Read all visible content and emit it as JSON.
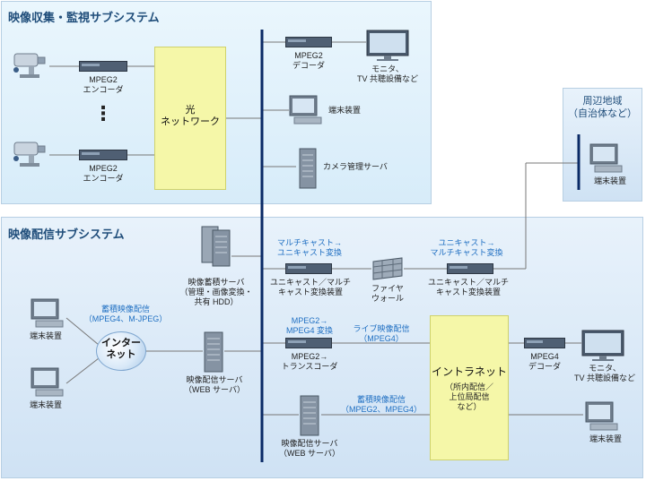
{
  "panels": {
    "collection_title": "映像収集・監視サブシステム",
    "distribution_title": "映像配信サブシステム",
    "region_title_1": "周辺地域",
    "region_title_2": "（自治体など）"
  },
  "nodes": {
    "mpeg2_encoder_1a": "MPEG2",
    "mpeg2_encoder_1b": "エンコーダ",
    "mpeg2_encoder_2a": "MPEG2",
    "mpeg2_encoder_2b": "エンコーダ",
    "optical_network_1": "光",
    "optical_network_2": "ネットワーク",
    "mpeg2_decoder_a": "MPEG2",
    "mpeg2_decoder_b": "デコーダ",
    "monitor_top_a": "モニタ、",
    "monitor_top_b": "TV 共聴設備など",
    "terminal_top": "端末装置",
    "camera_server": "カメラ管理サーバ",
    "terminal_region": "端末装置",
    "storage_server_a": "映像蓄積サーバ",
    "storage_server_b": "（管理・画像変換・",
    "storage_server_c": "共有 HDD）",
    "multicast_conv_top_a": "マルチキャスト→",
    "multicast_conv_top_b": "ユニキャスト変換",
    "multicast_device_a": "ユニキャスト／マルチ",
    "multicast_device_b": "キャスト変換装置",
    "firewall_a": "ファイヤ",
    "firewall_b": "ウォール",
    "unicast_conv_top_a": "ユニキャスト→",
    "unicast_conv_top_b": "マルチキャスト変換",
    "unicast_device_a": "ユニキャスト／マルチ",
    "unicast_device_b": "キャスト変換装置",
    "terminal_left_1": "端末装置",
    "terminal_left_2": "端末装置",
    "stored_label_a": "蓄積映像配信",
    "stored_label_b": "（MPEG4、M-JPEG）",
    "internet_1": "インター",
    "internet_2": "ネット",
    "web_server_left_a": "映像配信サーバ",
    "web_server_left_b": "（WEB サーバ）",
    "transcode_label_a": "MPEG2→",
    "transcode_label_b": "MPEG4 変換",
    "transcoder_a": "MPEG2→",
    "transcoder_b": "トランスコーダ",
    "live_label_a": "ライブ映像配信",
    "live_label_b": "（MPEG4）",
    "intranet_1": "イントラネット",
    "intranet_2": "（所内配信／",
    "intranet_3": "上位局配信",
    "intranet_4": "など）",
    "mpeg4_decoder_a": "MPEG4",
    "mpeg4_decoder_b": "デコーダ",
    "monitor_bottom_a": "モニタ、",
    "monitor_bottom_b": "TV 共聴設備など",
    "terminal_bottom_right": "端末装置",
    "stored2_label_a": "蓄積映像配信",
    "stored2_label_b": "（MPEG2、MPEG4）",
    "web_server_bottom_a": "映像配信サーバ",
    "web_server_bottom_b": "（WEB サーバ）"
  },
  "ellipsis": "⋮"
}
